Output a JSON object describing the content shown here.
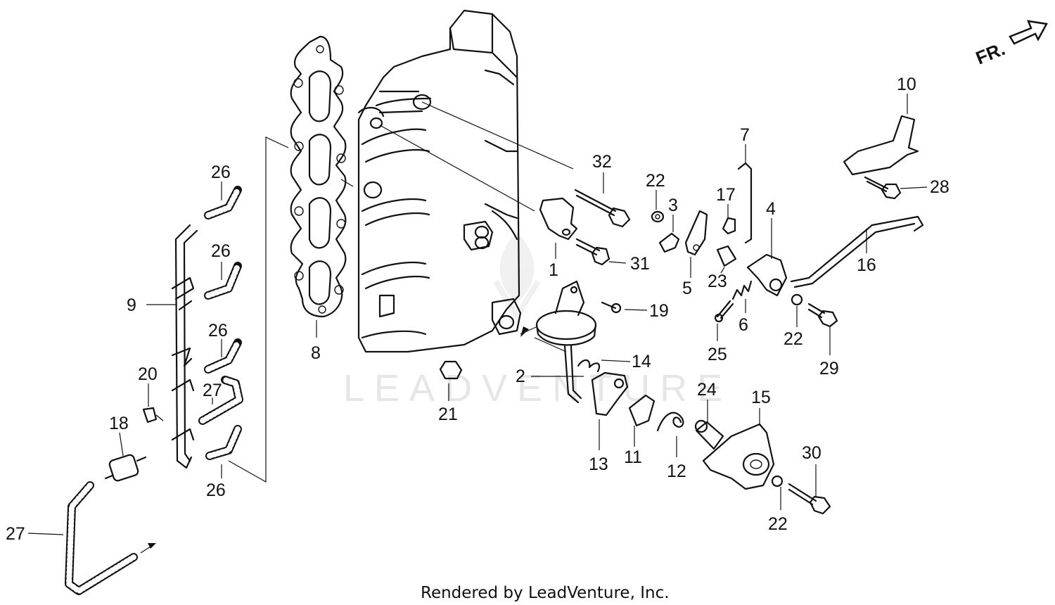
{
  "colors": {
    "line": "#111111",
    "watermark": "#e6e6e6",
    "background": "#ffffff"
  },
  "direction": {
    "text": "FR."
  },
  "watermark": {
    "text": "LEADVENTURE"
  },
  "credit": {
    "text": "Rendered by LeadVenture, Inc."
  },
  "callouts": [
    {
      "id": "1",
      "text": "1"
    },
    {
      "id": "2",
      "text": "2"
    },
    {
      "id": "3",
      "text": "3"
    },
    {
      "id": "4",
      "text": "4"
    },
    {
      "id": "5",
      "text": "5"
    },
    {
      "id": "6",
      "text": "6"
    },
    {
      "id": "7",
      "text": "7"
    },
    {
      "id": "8",
      "text": "8"
    },
    {
      "id": "9",
      "text": "9"
    },
    {
      "id": "10",
      "text": "10"
    },
    {
      "id": "11",
      "text": "11"
    },
    {
      "id": "12",
      "text": "12"
    },
    {
      "id": "13",
      "text": "13"
    },
    {
      "id": "14",
      "text": "14"
    },
    {
      "id": "15",
      "text": "15"
    },
    {
      "id": "16",
      "text": "16"
    },
    {
      "id": "17",
      "text": "17"
    },
    {
      "id": "18",
      "text": "18"
    },
    {
      "id": "19",
      "text": "19"
    },
    {
      "id": "20",
      "text": "20"
    },
    {
      "id": "21",
      "text": "21"
    },
    {
      "id": "22a",
      "text": "22"
    },
    {
      "id": "22b",
      "text": "22"
    },
    {
      "id": "22c",
      "text": "22"
    },
    {
      "id": "23",
      "text": "23"
    },
    {
      "id": "24",
      "text": "24"
    },
    {
      "id": "25",
      "text": "25"
    },
    {
      "id": "26a",
      "text": "26"
    },
    {
      "id": "26b",
      "text": "26"
    },
    {
      "id": "26c",
      "text": "26"
    },
    {
      "id": "26d",
      "text": "26"
    },
    {
      "id": "27a",
      "text": "27"
    },
    {
      "id": "27b",
      "text": "27"
    },
    {
      "id": "28",
      "text": "28"
    },
    {
      "id": "29",
      "text": "29"
    },
    {
      "id": "30",
      "text": "30"
    },
    {
      "id": "31",
      "text": "31"
    },
    {
      "id": "32",
      "text": "32"
    }
  ]
}
